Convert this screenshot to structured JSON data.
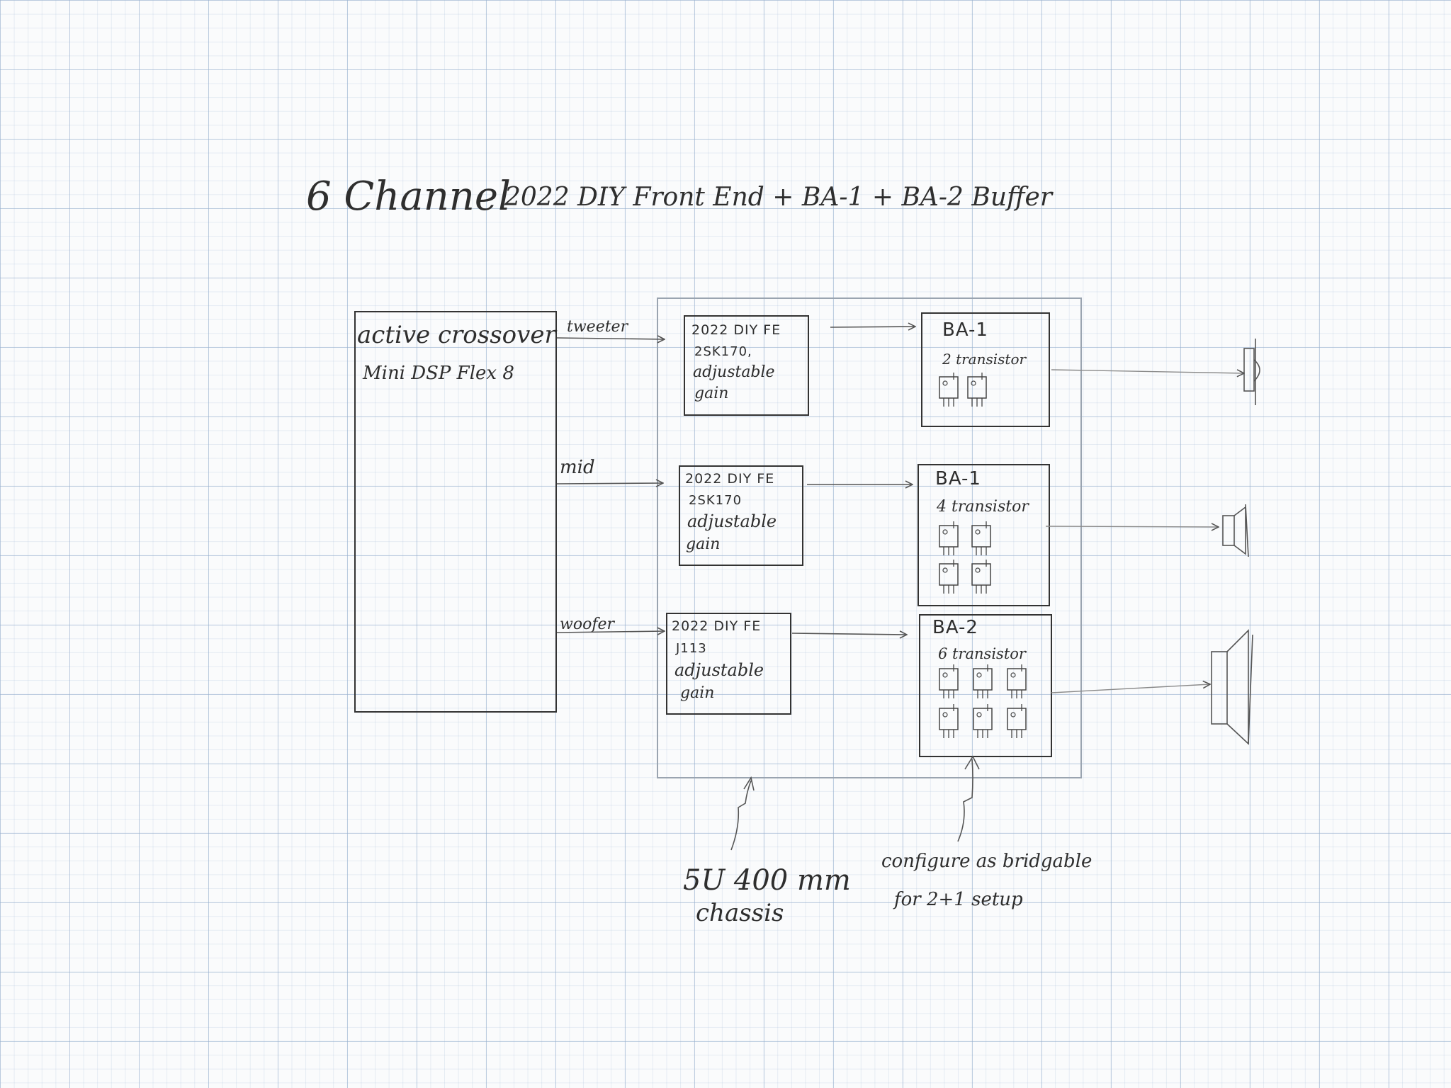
{
  "title": {
    "part1": "6 Channel",
    "part2": "2022 DIY Front End + BA-1 + BA-2 Buffer"
  },
  "crossover": {
    "line1": "active crossover",
    "line2": "Mini DSP Flex 8"
  },
  "channels": [
    {
      "label": "tweeter",
      "fe_lines": [
        "2022 DIY FE",
        "2SK170,",
        "adjustable",
        "gain"
      ],
      "amp_title": "BA-1",
      "amp_sub": "2 transistor",
      "transistor_count": 2
    },
    {
      "label": "mid",
      "fe_lines": [
        "2022 DIY FE",
        "2SK170",
        "adjustable",
        "gain"
      ],
      "amp_title": "BA-1",
      "amp_sub": "4 transistor",
      "transistor_count": 4
    },
    {
      "label": "woofer",
      "fe_lines": [
        "2022 DIY FE",
        "J113",
        "adjustable",
        "gain"
      ],
      "amp_title": "BA-2",
      "amp_sub": "6 transistor",
      "transistor_count": 6
    }
  ],
  "notes": {
    "chassis_line1": "5U 400 mm",
    "chassis_line2": "chassis",
    "config_line1": "configure as bridgable",
    "config_line2": "for 2+1 setup"
  }
}
